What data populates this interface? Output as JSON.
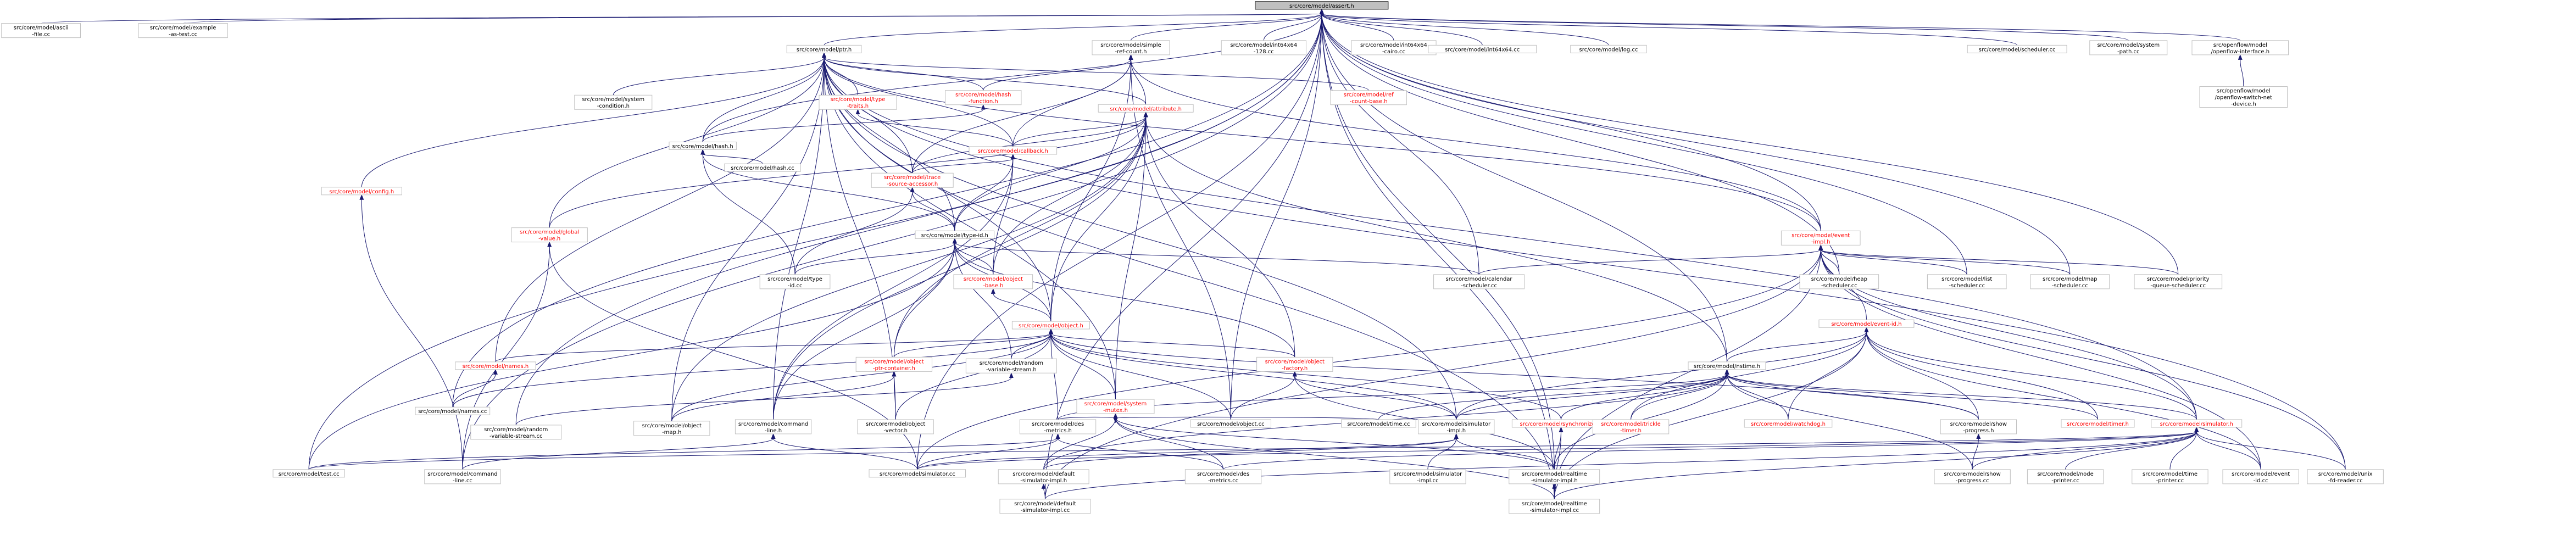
{
  "diagram": {
    "root": "assert",
    "nodes": [
      {
        "id": "assert",
        "lines": [
          "src/core/model/assert.h"
        ],
        "root": true
      },
      {
        "id": "ascii",
        "lines": [
          "src/core/model/ascii",
          "-file.cc"
        ]
      },
      {
        "id": "example",
        "lines": [
          "src/core/model/example",
          "-as-test.cc"
        ]
      },
      {
        "id": "ptr",
        "lines": [
          "src/core/model/ptr.h"
        ]
      },
      {
        "id": "simpleref",
        "lines": [
          "src/core/model/simple",
          "-ref-count.h"
        ]
      },
      {
        "id": "int128",
        "lines": [
          "src/core/model/int64x64",
          "-128.cc"
        ]
      },
      {
        "id": "cairo",
        "lines": [
          "src/core/model/int64x64",
          "-cairo.cc"
        ]
      },
      {
        "id": "int64cc",
        "lines": [
          "src/core/model/int64x64.cc"
        ]
      },
      {
        "id": "log",
        "lines": [
          "src/core/model/log.cc"
        ]
      },
      {
        "id": "schedcc",
        "lines": [
          "src/core/model/scheduler.cc"
        ]
      },
      {
        "id": "syspath",
        "lines": [
          "src/core/model/system",
          "-path.cc"
        ]
      },
      {
        "id": "ofiface",
        "lines": [
          "src/openflow/model",
          "/openflow-interface.h"
        ]
      },
      {
        "id": "ofswitch",
        "lines": [
          "src/openflow/model",
          "/openflow-switch-net",
          "-device.h"
        ]
      },
      {
        "id": "syscond",
        "lines": [
          "src/core/model/system",
          "-condition.h"
        ]
      },
      {
        "id": "typetraits",
        "lines": [
          "src/core/model/type",
          "-traits.h"
        ],
        "red": true
      },
      {
        "id": "hashfn",
        "lines": [
          "src/core/model/hash",
          "-function.h"
        ],
        "red": true
      },
      {
        "id": "attribute",
        "lines": [
          "src/core/model/attribute.h"
        ],
        "red": true
      },
      {
        "id": "refcount",
        "lines": [
          "src/core/model/ref",
          "-count-base.h"
        ],
        "red": true
      },
      {
        "id": "config",
        "lines": [
          "src/core/model/config.h"
        ],
        "red": true
      },
      {
        "id": "hashh",
        "lines": [
          "src/core/model/hash.h"
        ]
      },
      {
        "id": "hashcc",
        "lines": [
          "src/core/model/hash.cc"
        ]
      },
      {
        "id": "callback",
        "lines": [
          "src/core/model/callback.h"
        ],
        "red": true
      },
      {
        "id": "tracesrc",
        "lines": [
          "src/core/model/trace",
          "-source-accessor.h"
        ],
        "red": true
      },
      {
        "id": "eventimpl",
        "lines": [
          "src/core/model/event",
          "-impl.h"
        ],
        "red": true
      },
      {
        "id": "globalval",
        "lines": [
          "src/core/model/global",
          "-value.h"
        ],
        "red": true
      },
      {
        "id": "typeidh",
        "lines": [
          "src/core/model/type-id.h"
        ]
      },
      {
        "id": "typeidcc",
        "lines": [
          "src/core/model/type",
          "-id.cc"
        ]
      },
      {
        "id": "objbase",
        "lines": [
          "src/core/model/object",
          "-base.h"
        ],
        "red": true
      },
      {
        "id": "calsched",
        "lines": [
          "src/core/model/calendar",
          "-scheduler.cc"
        ]
      },
      {
        "id": "heapsched",
        "lines": [
          "src/core/model/heap",
          "-scheduler.cc"
        ]
      },
      {
        "id": "listsched",
        "lines": [
          "src/core/model/list",
          "-scheduler.cc"
        ]
      },
      {
        "id": "mapsched",
        "lines": [
          "src/core/model/map",
          "-scheduler.cc"
        ]
      },
      {
        "id": "prioq",
        "lines": [
          "src/core/model/priority",
          "-queue-scheduler.cc"
        ]
      },
      {
        "id": "eventid",
        "lines": [
          "src/core/model/event-id.h"
        ],
        "red": true
      },
      {
        "id": "objecth",
        "lines": [
          "src/core/model/object.h"
        ],
        "red": true
      },
      {
        "id": "namesh",
        "lines": [
          "src/core/model/names.h"
        ],
        "red": true
      },
      {
        "id": "objptr",
        "lines": [
          "src/core/model/object",
          "-ptr-container.h"
        ],
        "red": true
      },
      {
        "id": "randstream",
        "lines": [
          "src/core/model/random",
          "-variable-stream.h"
        ]
      },
      {
        "id": "sysmutex",
        "lines": [
          "src/core/model/system",
          "-mutex.h"
        ],
        "red": true
      },
      {
        "id": "objfactory",
        "lines": [
          "src/core/model/object",
          "-factory.h"
        ],
        "red": true
      },
      {
        "id": "nstime",
        "lines": [
          "src/core/model/nstime.h"
        ]
      },
      {
        "id": "namescc",
        "lines": [
          "src/core/model/names.cc"
        ]
      },
      {
        "id": "randcc",
        "lines": [
          "src/core/model/random",
          "-variable-stream.cc"
        ]
      },
      {
        "id": "objmap",
        "lines": [
          "src/core/model/object",
          "-map.h"
        ]
      },
      {
        "id": "cmdline",
        "lines": [
          "src/core/model/command",
          "-line.h"
        ]
      },
      {
        "id": "objvec",
        "lines": [
          "src/core/model/object",
          "-vector.h"
        ]
      },
      {
        "id": "desmetrics",
        "lines": [
          "src/core/model/des",
          "-metrics.h"
        ]
      },
      {
        "id": "objectcc",
        "lines": [
          "src/core/model/object.cc"
        ]
      },
      {
        "id": "timecc",
        "lines": [
          "src/core/model/time.cc"
        ]
      },
      {
        "id": "simimplh",
        "lines": [
          "src/core/model/simulator",
          "-impl.h"
        ]
      },
      {
        "id": "synch",
        "lines": [
          "src/core/model/synchronizer.h"
        ],
        "red": true
      },
      {
        "id": "trickle",
        "lines": [
          "src/core/model/trickle",
          "-timer.h"
        ],
        "red": true
      },
      {
        "id": "watchdog",
        "lines": [
          "src/core/model/watchdog.h"
        ],
        "red": true
      },
      {
        "id": "showprog",
        "lines": [
          "src/core/model/show",
          "-progress.h"
        ]
      },
      {
        "id": "timerh",
        "lines": [
          "src/core/model/timer.h"
        ],
        "red": true
      },
      {
        "id": "simh",
        "lines": [
          "src/core/model/simulator.h"
        ],
        "red": true
      },
      {
        "id": "testcc",
        "lines": [
          "src/core/model/test.cc"
        ]
      },
      {
        "id": "cmdlinecc",
        "lines": [
          "src/core/model/command",
          "-line.cc"
        ]
      },
      {
        "id": "simcc",
        "lines": [
          "src/core/model/simulator.cc"
        ]
      },
      {
        "id": "defsimh",
        "lines": [
          "src/core/model/default",
          "-simulator-impl.h"
        ]
      },
      {
        "id": "desmetcc",
        "lines": [
          "src/core/model/des",
          "-metrics.cc"
        ]
      },
      {
        "id": "simimplcc",
        "lines": [
          "src/core/model/simulator",
          "-impl.cc"
        ]
      },
      {
        "id": "rtsimh",
        "lines": [
          "src/core/model/realtime",
          "-simulator-impl.h"
        ]
      },
      {
        "id": "showprogcc",
        "lines": [
          "src/core/model/show",
          "-progress.cc"
        ]
      },
      {
        "id": "nodeprinter",
        "lines": [
          "src/core/model/node",
          "-printer.cc"
        ]
      },
      {
        "id": "timeprinter",
        "lines": [
          "src/core/model/time",
          "-printer.cc"
        ]
      },
      {
        "id": "eventidcc",
        "lines": [
          "src/core/model/event",
          "-id.cc"
        ]
      },
      {
        "id": "unixfd",
        "lines": [
          "src/core/model/unix",
          "-fd-reader.cc"
        ]
      },
      {
        "id": "defsimcc",
        "lines": [
          "src/core/model/default",
          "-simulator-impl.cc"
        ]
      },
      {
        "id": "rtsimcc",
        "lines": [
          "src/core/model/realtime",
          "-simulator-impl.cc"
        ]
      }
    ],
    "edges": [
      [
        "assert",
        "ascii"
      ],
      [
        "assert",
        "example"
      ],
      [
        "assert",
        "ptr"
      ],
      [
        "assert",
        "simpleref"
      ],
      [
        "assert",
        "int128"
      ],
      [
        "assert",
        "cairo"
      ],
      [
        "assert",
        "int64cc"
      ],
      [
        "assert",
        "log"
      ],
      [
        "assert",
        "schedcc"
      ],
      [
        "assert",
        "syspath"
      ],
      [
        "assert",
        "ofiface"
      ],
      [
        "assert",
        "nstime"
      ],
      [
        "assert",
        "eventimpl"
      ],
      [
        "assert",
        "hashh"
      ],
      [
        "assert",
        "calsched"
      ],
      [
        "assert",
        "heapsched"
      ],
      [
        "assert",
        "listsched"
      ],
      [
        "assert",
        "mapsched"
      ],
      [
        "assert",
        "prioq"
      ],
      [
        "assert",
        "objectcc"
      ],
      [
        "assert",
        "simcc"
      ],
      [
        "assert",
        "testcc"
      ],
      [
        "assert",
        "cmdlinecc"
      ],
      [
        "assert",
        "defsimcc"
      ],
      [
        "assert",
        "rtsimcc"
      ],
      [
        "assert",
        "rtsimh"
      ],
      [
        "assert",
        "namescc"
      ],
      [
        "assert",
        "randcc"
      ],
      [
        "ofiface",
        "ofswitch"
      ],
      [
        "ptr",
        "syscond"
      ],
      [
        "ptr",
        "typetraits"
      ],
      [
        "ptr",
        "hashfn"
      ],
      [
        "ptr",
        "attribute"
      ],
      [
        "ptr",
        "refcount"
      ],
      [
        "ptr",
        "config"
      ],
      [
        "ptr",
        "hashh"
      ],
      [
        "ptr",
        "callback"
      ],
      [
        "ptr",
        "tracesrc"
      ],
      [
        "ptr",
        "eventimpl"
      ],
      [
        "ptr",
        "globalval"
      ],
      [
        "ptr",
        "typeidh"
      ],
      [
        "ptr",
        "objecth"
      ],
      [
        "ptr",
        "namesh"
      ],
      [
        "ptr",
        "objmap"
      ],
      [
        "ptr",
        "cmdline"
      ],
      [
        "ptr",
        "objvec"
      ],
      [
        "ptr",
        "simimplh"
      ],
      [
        "ptr",
        "simh"
      ],
      [
        "ptr",
        "unixfd"
      ],
      [
        "ptr",
        "rtsimcc"
      ],
      [
        "ptr",
        "sysmutex"
      ],
      [
        "simpleref",
        "attribute"
      ],
      [
        "simpleref",
        "callback"
      ],
      [
        "simpleref",
        "eventimpl"
      ],
      [
        "simpleref",
        "objecth"
      ],
      [
        "simpleref",
        "hashfn"
      ],
      [
        "simpleref",
        "tracesrc"
      ],
      [
        "simpleref",
        "objectcc"
      ],
      [
        "typetraits",
        "callback"
      ],
      [
        "hashfn",
        "hashh"
      ],
      [
        "attribute",
        "callback"
      ],
      [
        "attribute",
        "tracesrc"
      ],
      [
        "attribute",
        "typeidh"
      ],
      [
        "attribute",
        "globalval"
      ],
      [
        "attribute",
        "objbase"
      ],
      [
        "attribute",
        "objecth"
      ],
      [
        "attribute",
        "objptr"
      ],
      [
        "attribute",
        "objfactory"
      ],
      [
        "attribute",
        "objmap"
      ],
      [
        "attribute",
        "cmdline"
      ],
      [
        "attribute",
        "nstime"
      ],
      [
        "attribute",
        "sysmutex"
      ],
      [
        "config",
        "cmdlinecc"
      ],
      [
        "hashh",
        "hashcc"
      ],
      [
        "hashh",
        "typeidh"
      ],
      [
        "hashh",
        "typeidcc"
      ],
      [
        "callback",
        "tracesrc"
      ],
      [
        "callback",
        "typeidh"
      ],
      [
        "callback",
        "objbase"
      ],
      [
        "callback",
        "cmdline"
      ],
      [
        "tracesrc",
        "typeidh"
      ],
      [
        "tracesrc",
        "typeidcc"
      ],
      [
        "globalval",
        "cmdlinecc"
      ],
      [
        "globalval",
        "simcc"
      ],
      [
        "typeidh",
        "typeidcc"
      ],
      [
        "typeidh",
        "objbase"
      ],
      [
        "typeidh",
        "calsched"
      ],
      [
        "typeidh",
        "objecth"
      ],
      [
        "typeidh",
        "randstream"
      ],
      [
        "typeidh",
        "objfactory"
      ],
      [
        "typeidh",
        "objptr"
      ],
      [
        "typeidh",
        "cmdline"
      ],
      [
        "typeidh",
        "testcc"
      ],
      [
        "objbase",
        "objecth"
      ],
      [
        "eventimpl",
        "calsched"
      ],
      [
        "eventimpl",
        "heapsched"
      ],
      [
        "eventimpl",
        "listsched"
      ],
      [
        "eventimpl",
        "mapsched"
      ],
      [
        "eventimpl",
        "prioq"
      ],
      [
        "eventimpl",
        "eventid"
      ],
      [
        "eventimpl",
        "simcc"
      ],
      [
        "eventimpl",
        "simh"
      ],
      [
        "eventimpl",
        "defsimcc"
      ],
      [
        "eventimpl",
        "rtsimcc"
      ],
      [
        "eventimpl",
        "eventidcc"
      ],
      [
        "eventimpl",
        "unixfd"
      ],
      [
        "eventid",
        "nstime"
      ],
      [
        "eventid",
        "simh"
      ],
      [
        "eventid",
        "trickle"
      ],
      [
        "eventid",
        "watchdog"
      ],
      [
        "eventid",
        "timerh"
      ],
      [
        "eventid",
        "showprog"
      ],
      [
        "eventid",
        "eventidcc"
      ],
      [
        "eventid",
        "rtsimcc"
      ],
      [
        "eventid",
        "simimplh"
      ],
      [
        "objecth",
        "namesh"
      ],
      [
        "objecth",
        "objptr"
      ],
      [
        "objecth",
        "randstream"
      ],
      [
        "objecth",
        "sysmutex"
      ],
      [
        "objecth",
        "objfactory"
      ],
      [
        "objecth",
        "namescc"
      ],
      [
        "objecth",
        "objectcc"
      ],
      [
        "objecth",
        "objmap"
      ],
      [
        "objecth",
        "objvec"
      ],
      [
        "objecth",
        "desmetrics"
      ],
      [
        "objecth",
        "simimplh"
      ],
      [
        "objecth",
        "synch"
      ],
      [
        "objecth",
        "showprog"
      ],
      [
        "namesh",
        "namescc"
      ],
      [
        "randstream",
        "randcc"
      ],
      [
        "objptr",
        "objmap"
      ],
      [
        "objptr",
        "objvec"
      ],
      [
        "sysmutex",
        "desmetrics"
      ],
      [
        "sysmutex",
        "defsimh"
      ],
      [
        "sysmutex",
        "rtsimh"
      ],
      [
        "sysmutex",
        "timecc"
      ],
      [
        "sysmutex",
        "rtsimcc"
      ],
      [
        "sysmutex",
        "desmetcc"
      ],
      [
        "objfactory",
        "simimplh"
      ],
      [
        "objfactory",
        "objectcc"
      ],
      [
        "objfactory",
        "rtsimh"
      ],
      [
        "nstime",
        "timecc"
      ],
      [
        "nstime",
        "simimplh"
      ],
      [
        "nstime",
        "synch"
      ],
      [
        "nstime",
        "trickle"
      ],
      [
        "nstime",
        "watchdog"
      ],
      [
        "nstime",
        "showprog"
      ],
      [
        "nstime",
        "timerh"
      ],
      [
        "nstime",
        "simh"
      ],
      [
        "nstime",
        "defsimh"
      ],
      [
        "nstime",
        "rtsimh"
      ],
      [
        "nstime",
        "showprogcc"
      ],
      [
        "nstime",
        "desmetrics"
      ],
      [
        "cmdline",
        "cmdlinecc"
      ],
      [
        "cmdline",
        "simcc"
      ],
      [
        "desmetrics",
        "desmetcc"
      ],
      [
        "desmetrics",
        "simcc"
      ],
      [
        "desmetrics",
        "testcc"
      ],
      [
        "simimplh",
        "simimplcc"
      ],
      [
        "simimplh",
        "defsimh"
      ],
      [
        "simimplh",
        "rtsimh"
      ],
      [
        "simimplh",
        "simcc"
      ],
      [
        "synch",
        "rtsimh"
      ],
      [
        "synch",
        "rtsimcc"
      ],
      [
        "showprog",
        "showprogcc"
      ],
      [
        "simh",
        "simcc"
      ],
      [
        "simh",
        "showprogcc"
      ],
      [
        "simh",
        "nodeprinter"
      ],
      [
        "simh",
        "timeprinter"
      ],
      [
        "simh",
        "eventidcc"
      ],
      [
        "simh",
        "unixfd"
      ],
      [
        "simh",
        "defsimcc"
      ],
      [
        "simh",
        "rtsimcc"
      ],
      [
        "simh",
        "desmetcc"
      ],
      [
        "simh",
        "testcc"
      ],
      [
        "defsimh",
        "defsimcc"
      ],
      [
        "rtsimh",
        "rtsimcc"
      ]
    ]
  }
}
